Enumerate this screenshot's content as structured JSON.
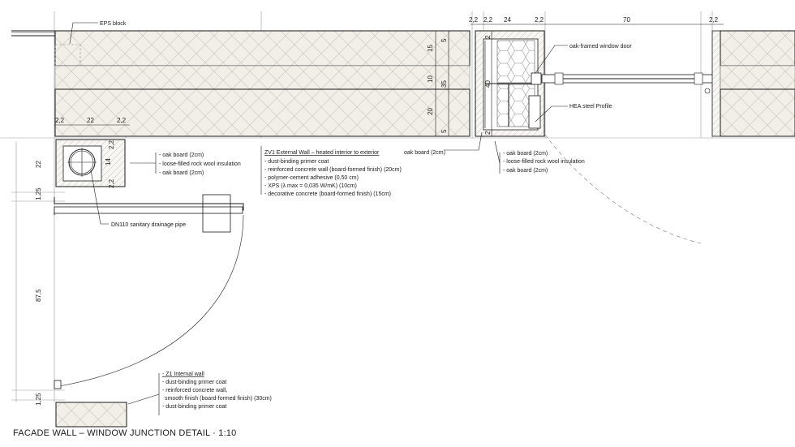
{
  "title": "FACADE WALL – WINDOW JUNCTION DETAIL · 1:10",
  "labels": {
    "eps_block": "EPS block",
    "window_door": "oak-framed window door",
    "hea_profile": "HEA steel Profile",
    "oak_board_mid": "oak board (2cm)",
    "drain_pipe": "DN110 sanitary drainage pipe"
  },
  "legends": {
    "pipe_box": [
      "oak board (2cm)",
      "loose-filled rock wool insulation",
      "oak board (2cm)"
    ],
    "window_box": [
      "oak board (2cm)",
      "loose-filled rock wool insulation",
      "oak board (2cm)"
    ],
    "zv1": {
      "title": "ZV1 External Wall – heated interior to exterior",
      "items": [
        "dust-binding primer coat",
        "reinforced concrete wall (board-formed finish) (20cm)",
        "polymer-cement adhesive (0,50 cm)",
        "XPS (λ max = 0,035 W/mK) (10cm)",
        "decorative concrete (board-formed finish) (15cm)"
      ]
    },
    "z1": {
      "title": "Z1 Internal wall",
      "items": [
        "dust-binding primer coat",
        "reinforced concrete wall,",
        "smooth finish (board-formed finish) (30cm)",
        "dust-binding primer coat"
      ]
    }
  },
  "dimensions": {
    "top": [
      "2,2",
      "2,2",
      "24",
      "2,2",
      "70",
      "2,2"
    ],
    "wall_layers": [
      "5",
      "15",
      "10",
      "35",
      "20",
      "5"
    ],
    "frame_side": [
      "2",
      "40",
      "2"
    ],
    "pipe_row": [
      "2,2",
      "22",
      "2,2"
    ],
    "pipe_box_width": "14",
    "pipe_box_frame": [
      "2,2",
      "2,2"
    ],
    "left_column": [
      "22",
      "1,25",
      "87,5",
      "1,25"
    ]
  }
}
